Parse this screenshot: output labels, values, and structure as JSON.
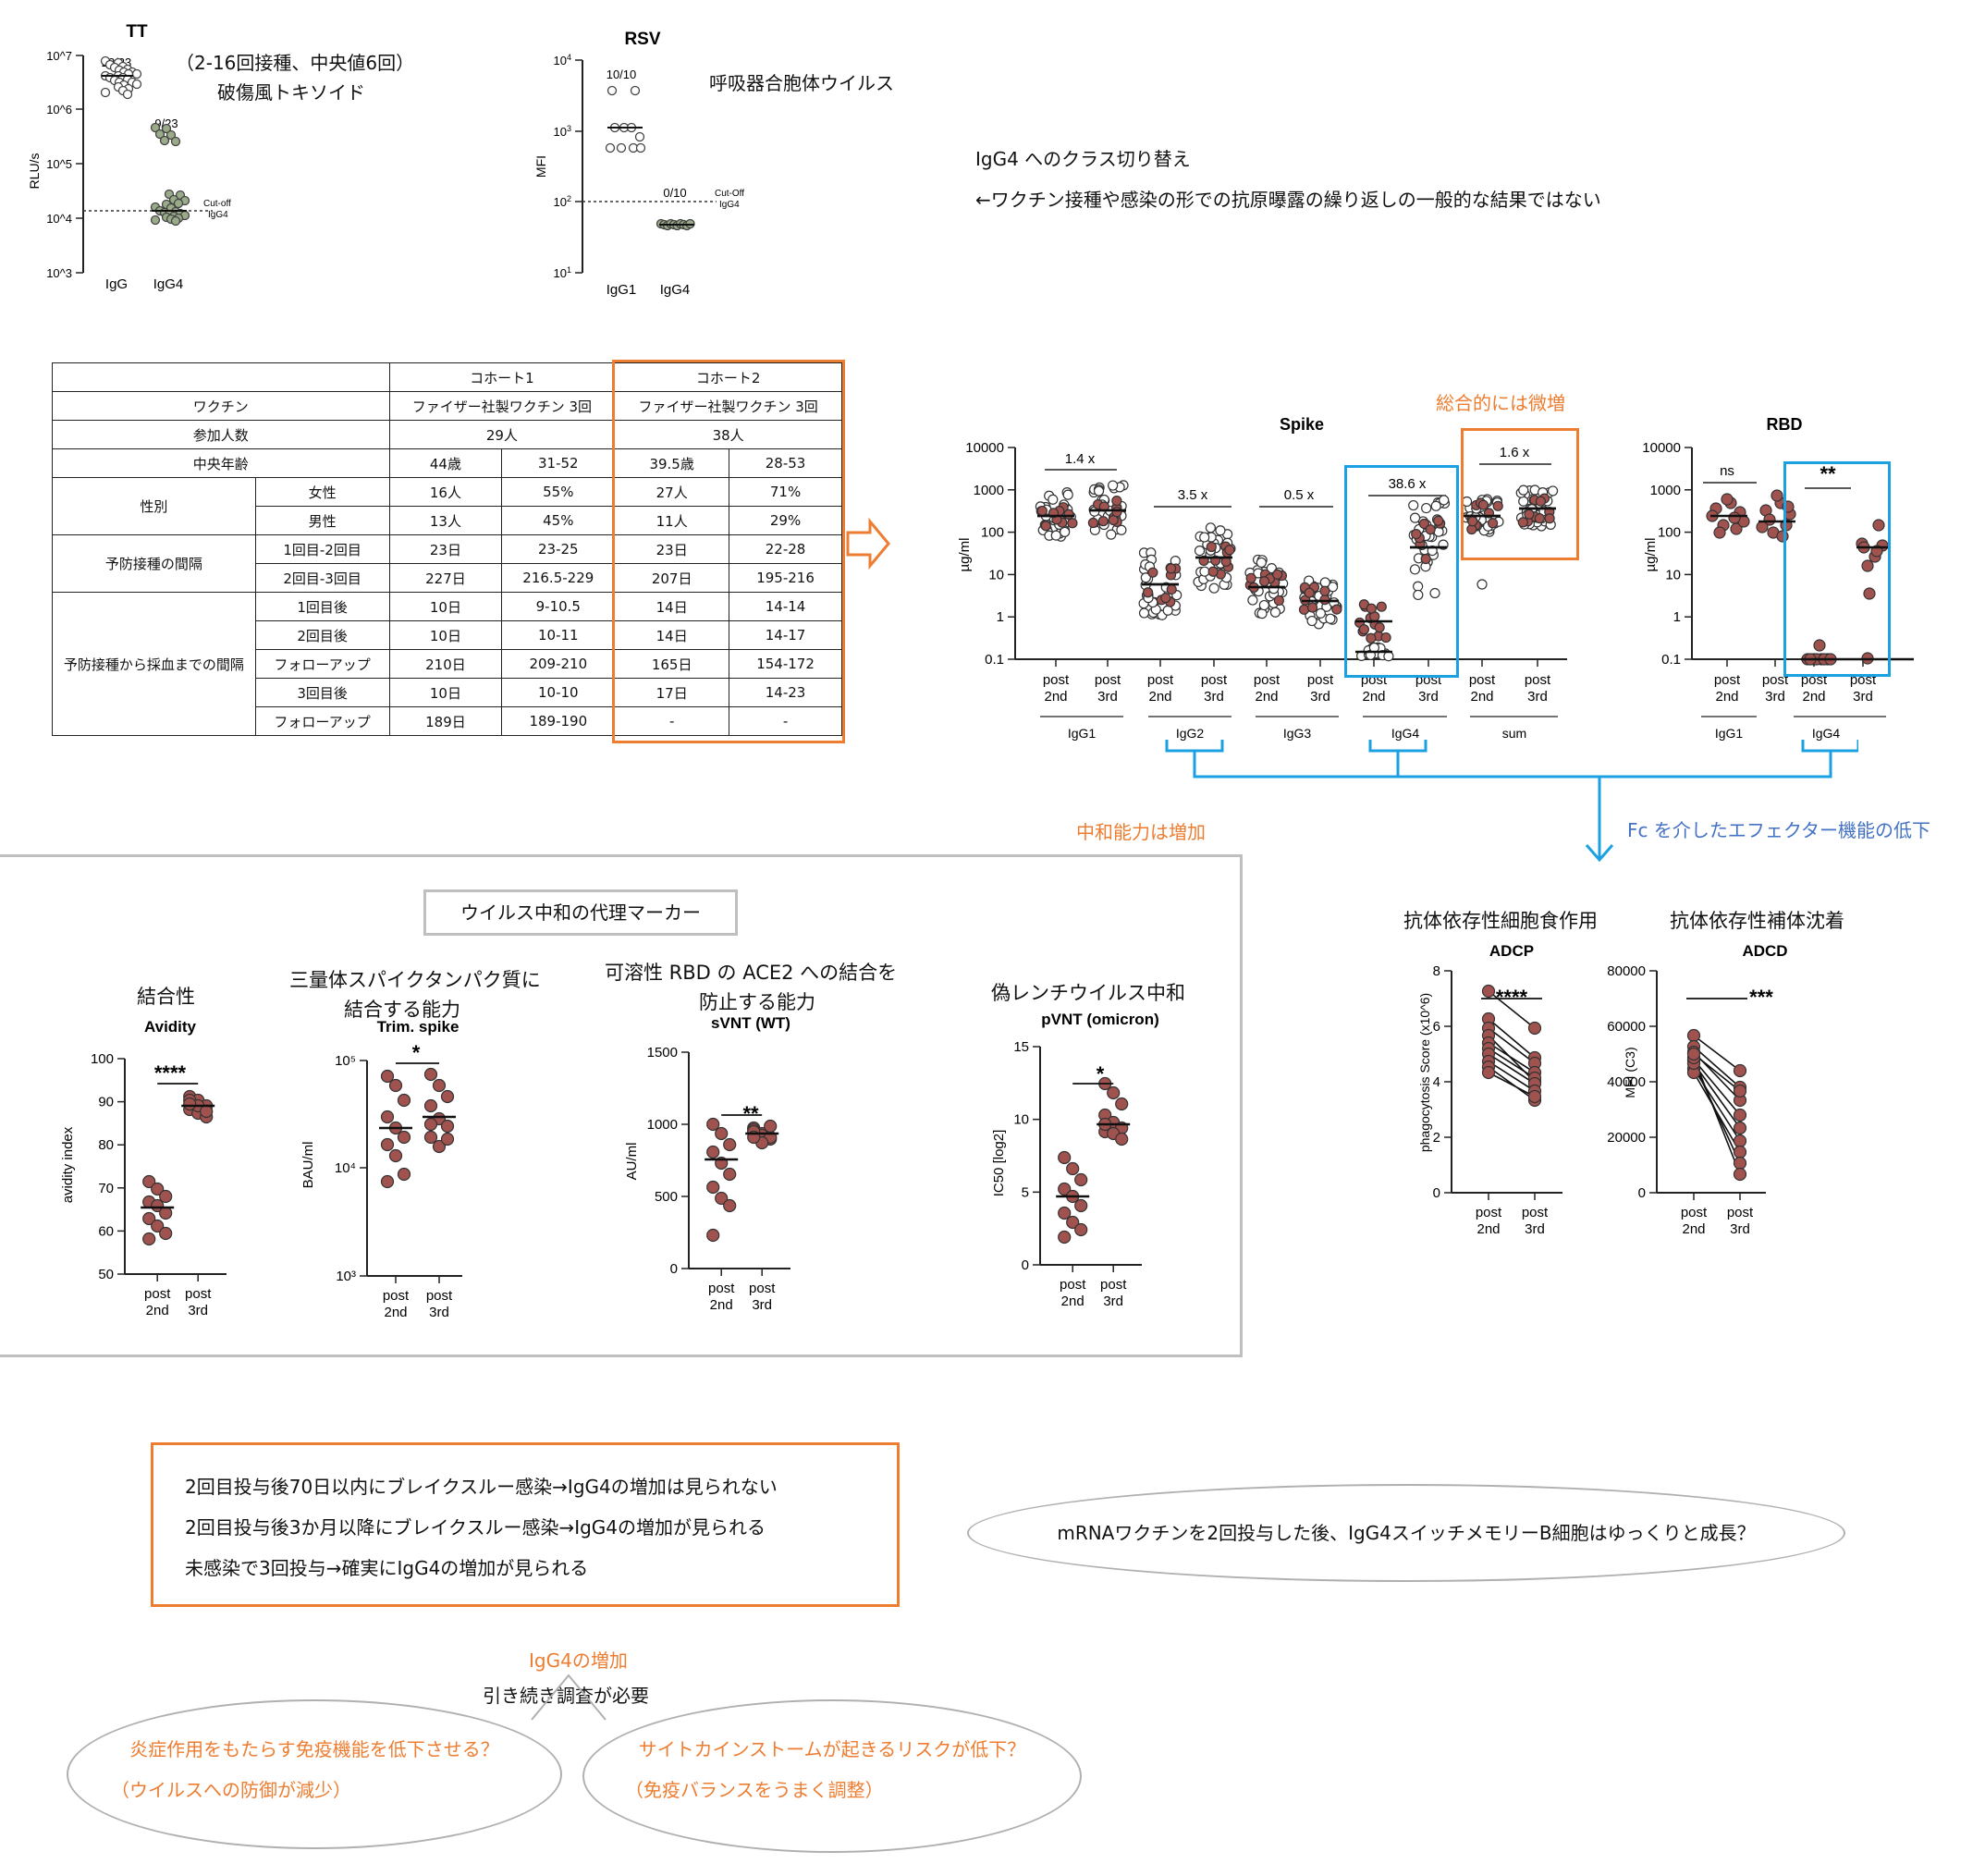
{
  "tt": {
    "title": "TT",
    "ylabel": "RLU/s",
    "ticks": [
      "10^3",
      "10^4",
      "10^5",
      "10^6",
      "10^7"
    ],
    "cats": [
      "IgG",
      "IgG4"
    ],
    "count_igg": "23/23",
    "count_igg4": "9/23",
    "cutoff": "Cut-off",
    "cutoff2": "IgG4",
    "note1": "（2-16回接種、中央値6回）",
    "note2": "破傷風トキソイド"
  },
  "rsv": {
    "title": "RSV",
    "ylabel": "MFI",
    "cats": [
      "IgG1",
      "IgG4"
    ],
    "count_igg1": "10/10",
    "count_igg4": "0/10",
    "cutoff": "Cut-Off",
    "cutoff2": "IgG4",
    "note": "呼吸器合胞体ウイルス"
  },
  "text_top": {
    "line1": "IgG4 へのクラス切り替え",
    "line2": "←ワクチン接種や感染の形での抗原曝露の繰り返しの一般的な結果ではない"
  },
  "table": {
    "h_c1": "コホート1",
    "h_c2": "コホート2",
    "r_vaccine": "ワクチン",
    "vaccine_c1": "ファイザー社製ワクチン 3回",
    "vaccine_c2": "ファイザー社製ワクチン 3回",
    "r_n": "参加人数",
    "n_c1": "29人",
    "n_c2": "38人",
    "r_age": "中央年齢",
    "age_c1": "44歳",
    "age_c1r": "31-52",
    "age_c2": "39.5歳",
    "age_c2r": "28-53",
    "r_sex": "性別",
    "female": "女性",
    "female_c1": "16人",
    "female_c1p": "55%",
    "female_c2": "27人",
    "female_c2p": "71%",
    "male": "男性",
    "male_c1": "13人",
    "male_c1p": "45%",
    "male_c2": "11人",
    "male_c2p": "29%",
    "r_interval": "予防接種の間隔",
    "i12": "1回目-2回目",
    "i12_c1": "23日",
    "i12_c1r": "23-25",
    "i12_c2": "23日",
    "i12_c2r": "22-28",
    "i23": "2回目-3回目",
    "i23_c1": "227日",
    "i23_c1r": "216.5-229",
    "i23_c2": "207日",
    "i23_c2r": "195-216",
    "r_sampling": "予防接種から採血までの間隔",
    "s1": "1回目後",
    "s1_c1": "10日",
    "s1_c1r": "9-10.5",
    "s1_c2": "14日",
    "s1_c2r": "14-14",
    "s2": "2回目後",
    "s2_c1": "10日",
    "s2_c1r": "10-11",
    "s2_c2": "14日",
    "s2_c2r": "14-17",
    "fu": "フォローアップ",
    "fu_c1": "210日",
    "fu_c1r": "209-210",
    "fu_c2": "165日",
    "fu_c2r": "154-172",
    "s3": "3回目後",
    "s3_c1": "10日",
    "s3_c1r": "10-10",
    "s3_c2": "17日",
    "s3_c2r": "14-23",
    "fu2": "フォローアップ",
    "fu2_c1": "189日",
    "fu2_c1r": "189-190",
    "fu2_c2": "-",
    "fu2_c2r": "-"
  },
  "spike": {
    "title": "Spike",
    "overall_note": "総合的には微増",
    "ylabel": "µg/ml",
    "ticks": [
      "0.1",
      "1",
      "10",
      "100",
      "1000",
      "10000"
    ],
    "folds": [
      "1.4 x",
      "3.5 x",
      "0.5 x",
      "38.6 x",
      "1.6 x"
    ],
    "groups": [
      "IgG1",
      "IgG2",
      "IgG3",
      "IgG4",
      "sum"
    ],
    "post2": "post",
    "post2b": "2nd",
    "post3": "post",
    "post3b": "3rd"
  },
  "rbd": {
    "title": "RBD",
    "ylabel": "µg/ml",
    "sig1": "ns",
    "sig2": "**",
    "groups": [
      "IgG1",
      "IgG4"
    ]
  },
  "labels": {
    "neutral": "中和能力は増加",
    "fc": "Fc を介したエフェクター機能の低下",
    "surrogate": "ウイルス中和の代理マーカー"
  },
  "avidity": {
    "jp": "結合性",
    "title": "Avidity",
    "ylabel": "avidity index",
    "sig": "****",
    "ticks": [
      "50",
      "60",
      "70",
      "80",
      "90",
      "100"
    ]
  },
  "trim": {
    "jp1": "三量体スパイクタンパク質に",
    "jp2": "結合する能力",
    "title": "Trim. spike",
    "ylabel": "BAU/ml",
    "sig": "*"
  },
  "svnt": {
    "jp1": "可溶性 RBD の ACE2 への結合を",
    "jp2": "防止する能力",
    "title": "sVNT (WT)",
    "ylabel": "AU/ml",
    "sig": "**",
    "ticks": [
      "0",
      "500",
      "1000",
      "1500"
    ]
  },
  "pvnt": {
    "jp": "偽レンチウイルス中和",
    "title": "pVNT (omicron)",
    "ylabel": "IC50 [log2]",
    "sig": "*",
    "ticks": [
      "0",
      "5",
      "10",
      "15"
    ]
  },
  "adcp": {
    "jp": "抗体依存性細胞食作用",
    "title": "ADCP",
    "ylabel": "phagocytosis Score (x10^6)",
    "sig": "****",
    "ticks": [
      "0",
      "2",
      "4",
      "6",
      "8"
    ]
  },
  "adcd": {
    "jp": "抗体依存性補体沈着",
    "title": "ADCD",
    "ylabel": "MFI (C3)",
    "sig": "***",
    "ticks": [
      "0",
      "20000",
      "40000",
      "60000",
      "80000"
    ]
  },
  "findings": {
    "l1": "2回目投与後70日以内にブレイクスルー感染→IgG4の増加は見られない",
    "l2": "2回目投与後3か月以降にブレイクスルー感染→IgG4の増加が見られる",
    "l3": "未感染で3回投与→確実にIgG4の増加が見られる"
  },
  "bubble_right": "mRNAワクチンを2回投与した後、IgG4スイッチメモリーB細胞はゆっくりと成長？",
  "bottom": {
    "igg4": "IgG4の増加",
    "need": "引き続き調査が必要",
    "left1": "炎症作用をもたらす免疫機能を低下させる？",
    "left2": "（ウイルスへの防御が減少）",
    "right1": "サイトカインストームが起きるリスクが低下？",
    "right2": "（免疫バランスをうまく調整）"
  },
  "colors": {
    "orange": "#ed7d31",
    "blue": "#1ba1e2",
    "dot_fill": "#a0524f",
    "tt_fill": "#9aab8a"
  }
}
